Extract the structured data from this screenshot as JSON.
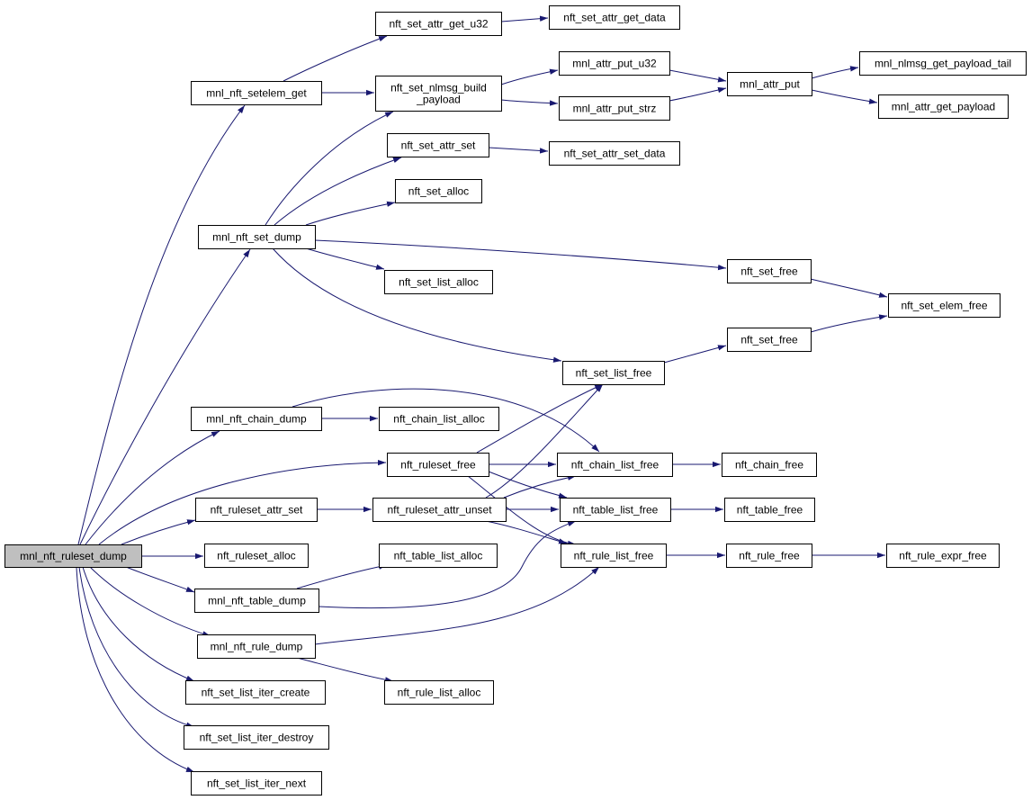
{
  "colors": {
    "edge": "#191970",
    "root_fill": "#bfbfbf",
    "node_fill": "#ffffff",
    "node_stroke": "#000000"
  },
  "graph": {
    "type": "call-graph",
    "root": "mnl_nft_ruleset_dump",
    "nodes": [
      {
        "id": "mnl_nft_ruleset_dump",
        "lines": [
          "mnl_nft_ruleset_dump"
        ]
      },
      {
        "id": "mnl_nft_setelem_get",
        "lines": [
          "mnl_nft_setelem_get"
        ]
      },
      {
        "id": "nft_set_attr_get_u32",
        "lines": [
          "nft_set_attr_get_u32"
        ]
      },
      {
        "id": "nft_set_attr_get_data",
        "lines": [
          "nft_set_attr_get_data"
        ]
      },
      {
        "id": "nft_set_nlmsg_build_payload",
        "lines": [
          "nft_set_nlmsg_build",
          "_payload"
        ]
      },
      {
        "id": "mnl_attr_put_u32",
        "lines": [
          "mnl_attr_put_u32"
        ]
      },
      {
        "id": "mnl_attr_put_strz",
        "lines": [
          "mnl_attr_put_strz"
        ]
      },
      {
        "id": "mnl_attr_put",
        "lines": [
          "mnl_attr_put"
        ]
      },
      {
        "id": "mnl_nlmsg_get_payload_tail",
        "lines": [
          "mnl_nlmsg_get_payload_tail"
        ]
      },
      {
        "id": "mnl_attr_get_payload",
        "lines": [
          "mnl_attr_get_payload"
        ]
      },
      {
        "id": "nft_set_attr_set",
        "lines": [
          "nft_set_attr_set"
        ]
      },
      {
        "id": "nft_set_attr_set_data",
        "lines": [
          "nft_set_attr_set_data"
        ]
      },
      {
        "id": "nft_set_alloc",
        "lines": [
          "nft_set_alloc"
        ]
      },
      {
        "id": "mnl_nft_set_dump",
        "lines": [
          "mnl_nft_set_dump"
        ]
      },
      {
        "id": "nft_set_free_1",
        "lines": [
          "nft_set_free"
        ]
      },
      {
        "id": "nft_set_list_alloc",
        "lines": [
          "nft_set_list_alloc"
        ]
      },
      {
        "id": "nft_set_elem_free",
        "lines": [
          "nft_set_elem_free"
        ]
      },
      {
        "id": "nft_set_free_2",
        "lines": [
          "nft_set_free"
        ]
      },
      {
        "id": "nft_set_list_free",
        "lines": [
          "nft_set_list_free"
        ]
      },
      {
        "id": "mnl_nft_chain_dump",
        "lines": [
          "mnl_nft_chain_dump"
        ]
      },
      {
        "id": "nft_chain_list_alloc",
        "lines": [
          "nft_chain_list_alloc"
        ]
      },
      {
        "id": "nft_ruleset_free",
        "lines": [
          "nft_ruleset_free"
        ]
      },
      {
        "id": "nft_chain_list_free",
        "lines": [
          "nft_chain_list_free"
        ]
      },
      {
        "id": "nft_chain_free",
        "lines": [
          "nft_chain_free"
        ]
      },
      {
        "id": "nft_ruleset_attr_set",
        "lines": [
          "nft_ruleset_attr_set"
        ]
      },
      {
        "id": "nft_ruleset_attr_unset",
        "lines": [
          "nft_ruleset_attr_unset"
        ]
      },
      {
        "id": "nft_table_list_free",
        "lines": [
          "nft_table_list_free"
        ]
      },
      {
        "id": "nft_table_free",
        "lines": [
          "nft_table_free"
        ]
      },
      {
        "id": "nft_ruleset_alloc",
        "lines": [
          "nft_ruleset_alloc"
        ]
      },
      {
        "id": "nft_table_list_alloc",
        "lines": [
          "nft_table_list_alloc"
        ]
      },
      {
        "id": "nft_rule_list_free",
        "lines": [
          "nft_rule_list_free"
        ]
      },
      {
        "id": "nft_rule_free",
        "lines": [
          "nft_rule_free"
        ]
      },
      {
        "id": "nft_rule_expr_free",
        "lines": [
          "nft_rule_expr_free"
        ]
      },
      {
        "id": "mnl_nft_table_dump",
        "lines": [
          "mnl_nft_table_dump"
        ]
      },
      {
        "id": "mnl_nft_rule_dump",
        "lines": [
          "mnl_nft_rule_dump"
        ]
      },
      {
        "id": "nft_set_list_iter_create",
        "lines": [
          "nft_set_list_iter_create"
        ]
      },
      {
        "id": "nft_rule_list_alloc",
        "lines": [
          "nft_rule_list_alloc"
        ]
      },
      {
        "id": "nft_set_list_iter_destroy",
        "lines": [
          "nft_set_list_iter_destroy"
        ]
      },
      {
        "id": "nft_set_list_iter_next",
        "lines": [
          "nft_set_list_iter_next"
        ]
      }
    ],
    "edges": [
      [
        "mnl_nft_ruleset_dump",
        "mnl_nft_setelem_get"
      ],
      [
        "mnl_nft_ruleset_dump",
        "mnl_nft_set_dump"
      ],
      [
        "mnl_nft_ruleset_dump",
        "mnl_nft_chain_dump"
      ],
      [
        "mnl_nft_ruleset_dump",
        "nft_ruleset_free"
      ],
      [
        "mnl_nft_ruleset_dump",
        "nft_ruleset_attr_set"
      ],
      [
        "mnl_nft_ruleset_dump",
        "nft_ruleset_alloc"
      ],
      [
        "mnl_nft_ruleset_dump",
        "mnl_nft_table_dump"
      ],
      [
        "mnl_nft_ruleset_dump",
        "mnl_nft_rule_dump"
      ],
      [
        "mnl_nft_ruleset_dump",
        "nft_set_list_iter_create"
      ],
      [
        "mnl_nft_ruleset_dump",
        "nft_set_list_iter_destroy"
      ],
      [
        "mnl_nft_ruleset_dump",
        "nft_set_list_iter_next"
      ],
      [
        "mnl_nft_setelem_get",
        "nft_set_attr_get_u32"
      ],
      [
        "mnl_nft_setelem_get",
        "nft_set_nlmsg_build_payload"
      ],
      [
        "nft_set_attr_get_u32",
        "nft_set_attr_get_data"
      ],
      [
        "nft_set_nlmsg_build_payload",
        "mnl_attr_put_u32"
      ],
      [
        "nft_set_nlmsg_build_payload",
        "mnl_attr_put_strz"
      ],
      [
        "mnl_attr_put_u32",
        "mnl_attr_put"
      ],
      [
        "mnl_attr_put_strz",
        "mnl_attr_put"
      ],
      [
        "mnl_attr_put",
        "mnl_nlmsg_get_payload_tail"
      ],
      [
        "mnl_attr_put",
        "mnl_attr_get_payload"
      ],
      [
        "nft_set_attr_set",
        "nft_set_attr_set_data"
      ],
      [
        "mnl_nft_set_dump",
        "nft_set_nlmsg_build_payload"
      ],
      [
        "mnl_nft_set_dump",
        "nft_set_attr_set"
      ],
      [
        "mnl_nft_set_dump",
        "nft_set_alloc"
      ],
      [
        "mnl_nft_set_dump",
        "nft_set_free_1"
      ],
      [
        "mnl_nft_set_dump",
        "nft_set_list_alloc"
      ],
      [
        "mnl_nft_set_dump",
        "nft_set_list_free"
      ],
      [
        "nft_set_free_1",
        "nft_set_elem_free"
      ],
      [
        "nft_set_free_2",
        "nft_set_elem_free"
      ],
      [
        "nft_set_list_free",
        "nft_set_free_2"
      ],
      [
        "mnl_nft_chain_dump",
        "nft_chain_list_alloc"
      ],
      [
        "mnl_nft_chain_dump",
        "nft_chain_list_free"
      ],
      [
        "nft_ruleset_free",
        "nft_set_list_free"
      ],
      [
        "nft_ruleset_free",
        "nft_chain_list_free"
      ],
      [
        "nft_ruleset_free",
        "nft_table_list_free"
      ],
      [
        "nft_ruleset_free",
        "nft_rule_list_free"
      ],
      [
        "nft_chain_list_free",
        "nft_chain_free"
      ],
      [
        "nft_ruleset_attr_set",
        "nft_ruleset_attr_unset"
      ],
      [
        "nft_ruleset_attr_unset",
        "nft_set_list_free"
      ],
      [
        "nft_ruleset_attr_unset",
        "nft_chain_list_free"
      ],
      [
        "nft_ruleset_attr_unset",
        "nft_table_list_free"
      ],
      [
        "nft_ruleset_attr_unset",
        "nft_rule_list_free"
      ],
      [
        "nft_table_list_free",
        "nft_table_free"
      ],
      [
        "mnl_nft_table_dump",
        "nft_table_list_alloc"
      ],
      [
        "mnl_nft_table_dump",
        "nft_table_list_free"
      ],
      [
        "nft_rule_list_free",
        "nft_rule_free"
      ],
      [
        "nft_rule_free",
        "nft_rule_expr_free"
      ],
      [
        "mnl_nft_rule_dump",
        "nft_rule_list_free"
      ],
      [
        "mnl_nft_rule_dump",
        "nft_rule_list_alloc"
      ]
    ]
  }
}
